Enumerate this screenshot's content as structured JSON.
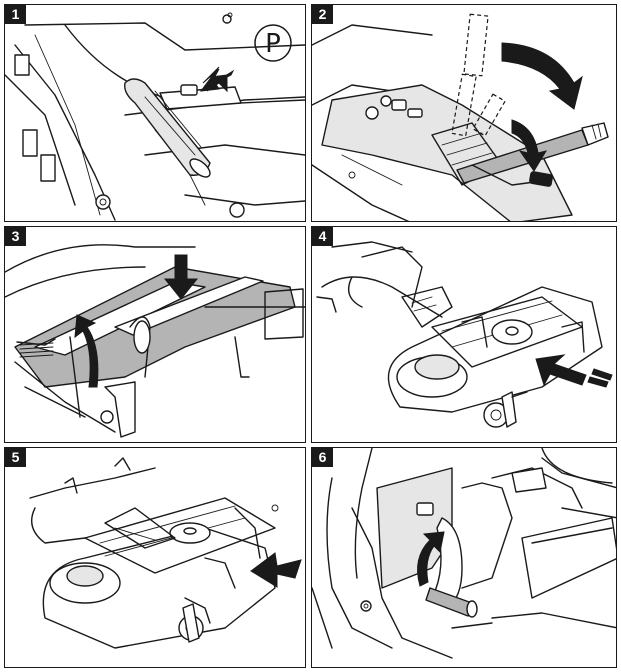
{
  "panels": [
    {
      "number": "1",
      "parking_symbol": "P"
    },
    {
      "number": "2"
    },
    {
      "number": "3"
    },
    {
      "number": "4"
    },
    {
      "number": "5"
    },
    {
      "number": "6"
    }
  ],
  "colors": {
    "line": "#1a1a1a",
    "fill_grey": "#b4b4b4",
    "fill_light": "#e6e6e6",
    "background": "#ffffff"
  }
}
